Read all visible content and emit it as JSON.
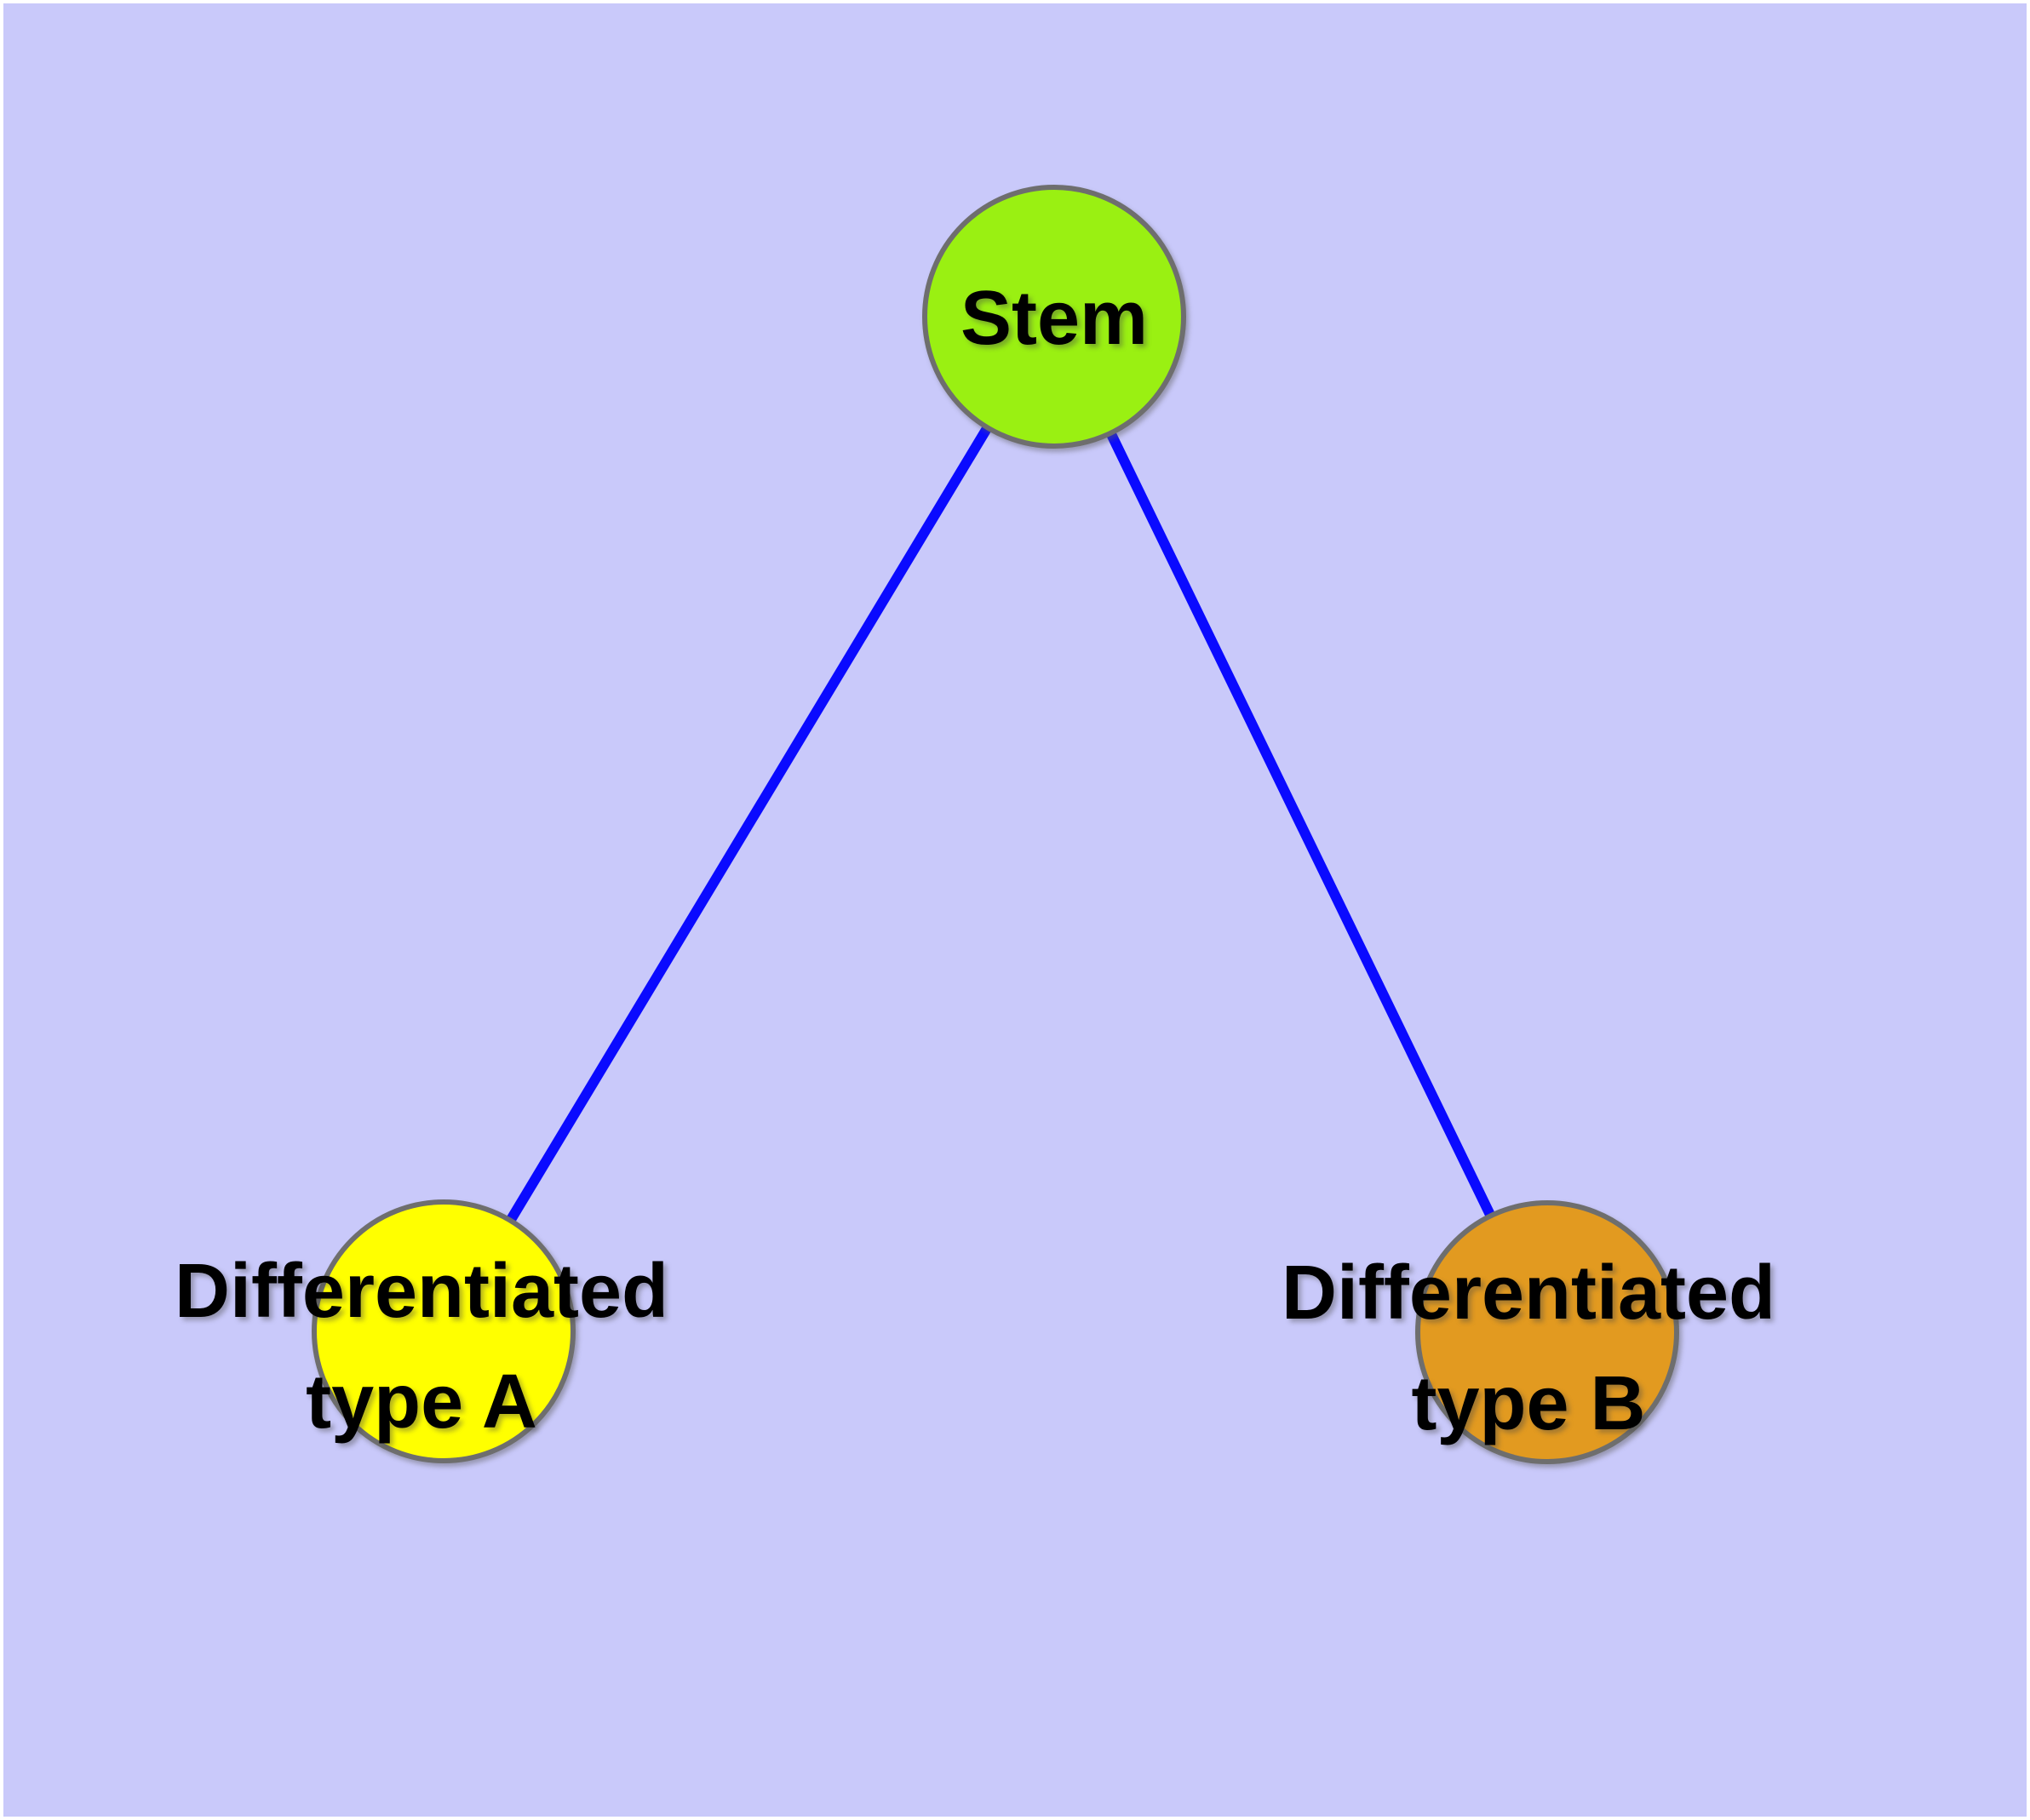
{
  "diagram": {
    "type": "node-link-graph",
    "background_color": "#c9c9fa",
    "frame_color": "#ffffff",
    "edge_color": "#0a0aff",
    "node_outline_color": "#6e6e6e",
    "text_color": "#000000",
    "nodes": [
      {
        "id": "stem",
        "label": "Stem",
        "line1": "Stem",
        "line2": "",
        "fill": "#9af012",
        "position": "top-center"
      },
      {
        "id": "type-a",
        "label": "Differentiated type A",
        "line1": "Differentiated",
        "line2": "type A",
        "fill": "#ffff00",
        "position": "bottom-left"
      },
      {
        "id": "type-b",
        "label": "Differentiated type B",
        "line1": "Differentiated",
        "line2": "type B",
        "fill": "#e29a20",
        "position": "bottom-right"
      }
    ],
    "edges": [
      {
        "from": "Stem",
        "to": "Differentiated type A"
      },
      {
        "from": "Stem",
        "to": "Differentiated type B"
      }
    ]
  }
}
